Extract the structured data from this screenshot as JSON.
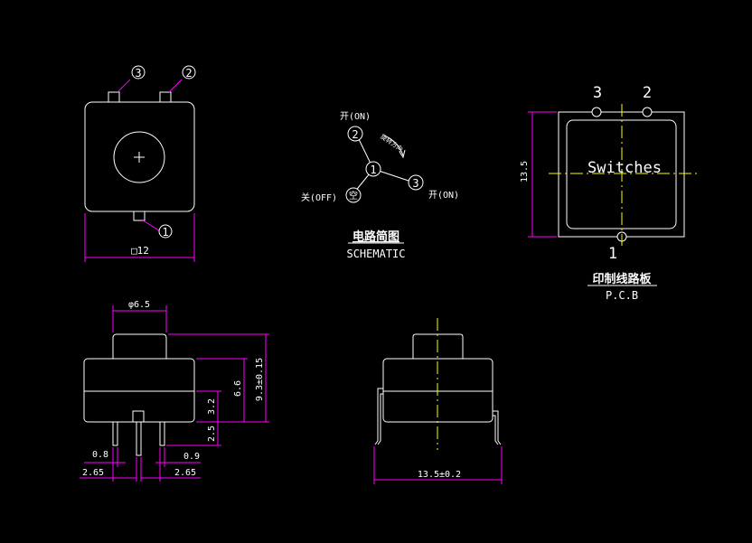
{
  "colors": {
    "background": "#000000",
    "outline": "#ffffff",
    "dimension": "#ff00ff",
    "centerline": "#ffff00"
  },
  "top_view": {
    "pin_label_left": "3",
    "pin_label_right": "2",
    "pin_label_bottom": "1",
    "width_dim": "□12"
  },
  "schematic": {
    "pos_on_top": "开(ON)",
    "pos_on_right": "开(ON)",
    "pos_off": "关(OFF)",
    "node_center": "1",
    "node_top": "2",
    "node_right": "3",
    "node_off": "空",
    "rotation_note": "旋转方向",
    "title_cn": "电路简图",
    "title_en": "SCHEMATIC"
  },
  "pcb": {
    "pin3": "3",
    "pin2": "2",
    "pin1": "1",
    "label": "Switches",
    "height_dim": "13.5",
    "title_cn": "印制线路板",
    "title_en": "P.C.B"
  },
  "side_view": {
    "knob_dia": "φ6.5",
    "dim_93": "9.3±0.15",
    "dim_66": "6.6",
    "dim_32": "3.2",
    "dim_25": "2.5",
    "dim_08": "0.8",
    "dim_09": "0.9",
    "dim_265_left": "2.65",
    "dim_265_right": "2.65"
  },
  "front_view": {
    "width_dim": "13.5±0.2"
  }
}
